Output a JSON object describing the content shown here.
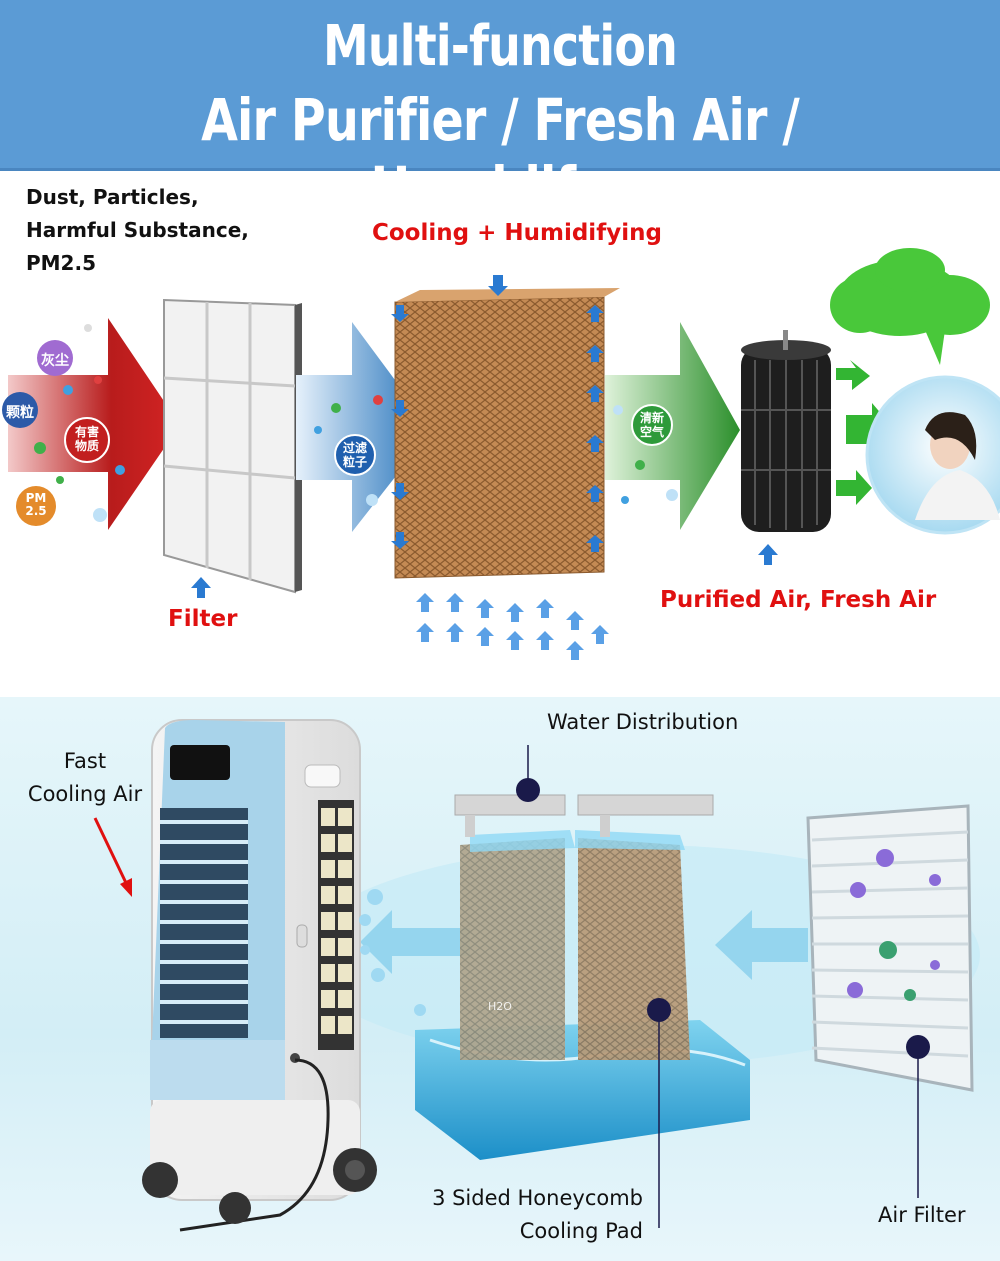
{
  "header": {
    "title_line1": "Multi-function",
    "title_line2": "Air Purifier / Fresh Air / Humidifer"
  },
  "top_section": {
    "pollutants_label": [
      "Dust, Particles,",
      "Harmful Substance,",
      "PM2.5"
    ],
    "pollutant_bubbles": [
      "灰尘",
      "颗粒",
      "PM 2.5",
      "有害 物质"
    ],
    "filter_bubble": "过滤 粒子",
    "fresh_bubble": "清新 空气",
    "cooling_label": "Cooling + Humidifying",
    "filter_label": "Filter",
    "purified_label": "Purified Air, Fresh Air"
  },
  "bottom_section": {
    "fast_cooling_label": [
      "Fast",
      "Cooling Air"
    ],
    "water_distribution_label": "Water Distribution",
    "honeycomb_label": [
      "3 Sided Honeycomb",
      "Cooling Pad"
    ],
    "air_filter_label": "Air Filter",
    "pad_markings": [
      "H2O"
    ]
  },
  "colors": {
    "banner": "#5b9bd5",
    "accent_red": "#e01010",
    "dot": "#1a1a4a"
  }
}
